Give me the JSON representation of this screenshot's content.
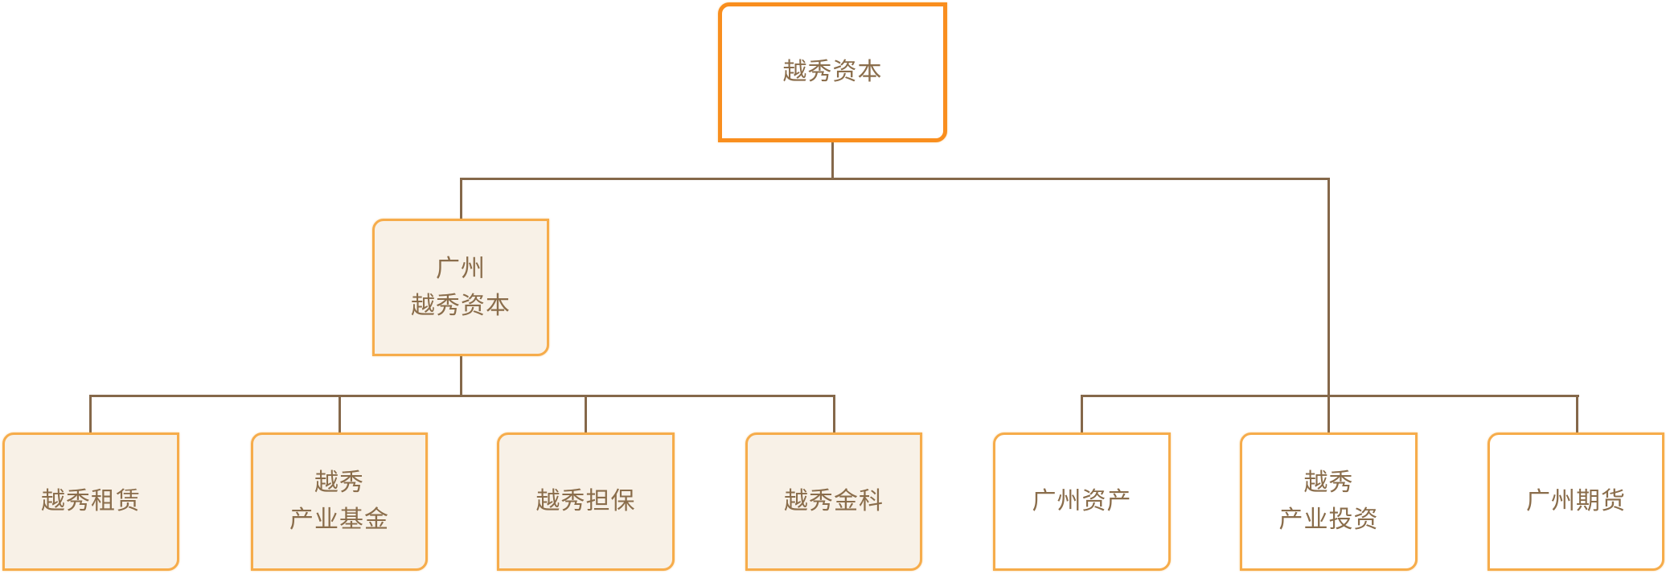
{
  "colors": {
    "root_border": "#F98E1E",
    "node_border": "#F6AC4B",
    "connector": "#85684A",
    "text": "#8A6D4B",
    "cream_fill": "#F8F1E7",
    "white_fill": "#FFFFFF"
  },
  "tree": {
    "root": {
      "lines": [
        "越秀资本"
      ],
      "children": [
        {
          "lines": [
            "广州",
            "越秀资本"
          ],
          "children": [
            {
              "lines": [
                "越秀租赁"
              ]
            },
            {
              "lines": [
                "越秀",
                "产业基金"
              ]
            },
            {
              "lines": [
                "越秀担保"
              ]
            },
            {
              "lines": [
                "越秀金科"
              ]
            }
          ]
        },
        {
          "lines": [
            "广州资产"
          ]
        },
        {
          "lines": [
            "越秀",
            "产业投资"
          ]
        },
        {
          "lines": [
            "广州期货"
          ]
        }
      ]
    }
  }
}
